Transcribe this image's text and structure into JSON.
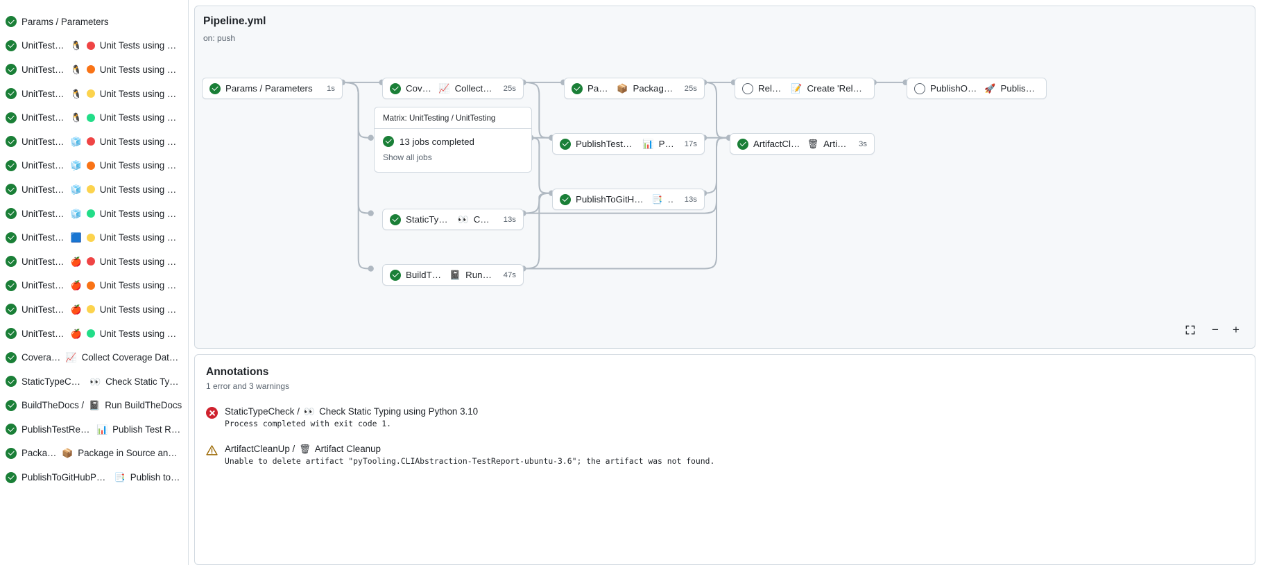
{
  "sidebar": {
    "items": [
      {
        "status": "success",
        "label": "Params / Parameters",
        "emoji": "",
        "dot": ""
      },
      {
        "status": "success",
        "label": "UnitTesting / ",
        "emoji": "🐧",
        "dot": "#ef4444",
        "tail": "Unit Tests using Pyth…"
      },
      {
        "status": "success",
        "label": "UnitTesting / ",
        "emoji": "🐧",
        "dot": "#f97316",
        "tail": "Unit Tests using Pyth…"
      },
      {
        "status": "success",
        "label": "UnitTesting / ",
        "emoji": "🐧",
        "dot": "#fcd34d",
        "tail": "Unit Tests using Pyth…"
      },
      {
        "status": "success",
        "label": "UnitTesting / ",
        "emoji": "🐧",
        "dot": "#22dd88",
        "tail": "Unit Tests using Pyth…"
      },
      {
        "status": "success",
        "label": "UnitTesting / ",
        "emoji": "🧊",
        "dot": "#ef4444",
        "tail": "Unit Tests using Pyth…"
      },
      {
        "status": "success",
        "label": "UnitTesting / ",
        "emoji": "🧊",
        "dot": "#f97316",
        "tail": "Unit Tests using Pyth…"
      },
      {
        "status": "success",
        "label": "UnitTesting / ",
        "emoji": "🧊",
        "dot": "#fcd34d",
        "tail": "Unit Tests using Pyth…"
      },
      {
        "status": "success",
        "label": "UnitTesting / ",
        "emoji": "🧊",
        "dot": "#22dd88",
        "tail": "Unit Tests using Pyth…"
      },
      {
        "status": "success",
        "label": "UnitTesting / ",
        "emoji": "🟦",
        "dot": "#fcd34d",
        "tail": "Unit Tests using Pyth…"
      },
      {
        "status": "success",
        "label": "UnitTesting / ",
        "emoji": "🍎",
        "dot": "#ef4444",
        "tail": "Unit Tests using Pyth…"
      },
      {
        "status": "success",
        "label": "UnitTesting / ",
        "emoji": "🍎",
        "dot": "#f97316",
        "tail": "Unit Tests using Pyth…"
      },
      {
        "status": "success",
        "label": "UnitTesting / ",
        "emoji": "🍎",
        "dot": "#fcd34d",
        "tail": "Unit Tests using Pyth…"
      },
      {
        "status": "success",
        "label": "UnitTesting / ",
        "emoji": "🍎",
        "dot": "#22dd88",
        "tail": "Unit Tests using Pyth…"
      },
      {
        "status": "success",
        "label": "Coverage / ",
        "emoji": "📈",
        "dot": "",
        "tail": "Collect Coverage Data usi…"
      },
      {
        "status": "success",
        "label": "StaticTypeCheck / ",
        "emoji": "👀",
        "dot": "",
        "tail": "Check Static Typing…"
      },
      {
        "status": "success",
        "label": "BuildTheDocs / ",
        "emoji": "📓",
        "dot": "",
        "tail": "Run BuildTheDocs"
      },
      {
        "status": "success",
        "label": "PublishTestResults / ",
        "emoji": "📊",
        "dot": "",
        "tail": "Publish Test Resu…"
      },
      {
        "status": "success",
        "label": "Package / ",
        "emoji": "📦",
        "dot": "",
        "tail": "Package in Source and Wh…"
      },
      {
        "status": "success",
        "label": "PublishToGitHubPages / ",
        "emoji": "📑",
        "dot": "",
        "tail": "Publish to G…"
      }
    ]
  },
  "workflow": {
    "title": "Pipeline.yml",
    "trigger": "on: push",
    "nodes": [
      {
        "id": "params",
        "status": "success",
        "label": "Params / Parameters",
        "emoji": "",
        "duration": "1s"
      },
      {
        "id": "coverage",
        "status": "success",
        "label": "Coverage / ",
        "emoji": "📈",
        "tail": "Collect Cove…",
        "duration": "25s"
      },
      {
        "id": "package",
        "status": "success",
        "label": "Package / ",
        "emoji": "📦",
        "tail": "Package in So…",
        "duration": "25s"
      },
      {
        "id": "release",
        "status": "pending",
        "label": "Release / ",
        "emoji": "📝",
        "tail": "Create 'Release P…",
        "duration": ""
      },
      {
        "id": "pypi",
        "status": "pending",
        "label": "PublishOnPyPI / ",
        "emoji": "🚀",
        "tail": "Publish to …",
        "duration": ""
      },
      {
        "id": "testresults",
        "status": "success",
        "label": "PublishTestResults / ",
        "emoji": "📊",
        "tail": "Pu…",
        "duration": "17s"
      },
      {
        "id": "artifact",
        "status": "success",
        "label": "ArtifactCleanUp / ",
        "emoji": "🗑",
        "tail": "Artifac…",
        "duration": "3s"
      },
      {
        "id": "ghpages",
        "status": "success",
        "label": "PublishToGitHubPages / ",
        "emoji": "📑",
        "tail": "… ",
        "duration": "13s"
      },
      {
        "id": "statictype",
        "status": "success",
        "label": "StaticTypeCheck / ",
        "emoji": "👀",
        "tail": "Chec…",
        "duration": "13s"
      },
      {
        "id": "builddocs",
        "status": "success",
        "label": "BuildTheDocs / ",
        "emoji": "📓",
        "tail": "Run Buil…",
        "duration": "47s"
      }
    ],
    "matrix": {
      "header": "Matrix: UnitTesting / UnitTesting",
      "summary": "13 jobs completed",
      "link": "Show all jobs"
    },
    "controls": {
      "fullscreen": "fullscreen-icon",
      "zoom_out": "−",
      "zoom_in": "+"
    }
  },
  "annotations": {
    "title": "Annotations",
    "summary": "1 error and 3 warnings",
    "items": [
      {
        "severity": "error",
        "job": "StaticTypeCheck / ",
        "emoji": "👀",
        "name": "Check Static Typing using Python 3.10",
        "message": "Process completed with exit code 1."
      },
      {
        "severity": "warning",
        "job": "ArtifactCleanUp / ",
        "emoji": "🗑",
        "name": "Artifact Cleanup",
        "message": "Unable to delete artifact \"pyTooling.CLIAbstraction-TestReport-ubuntu-3.6\"; the artifact was not found."
      }
    ]
  }
}
